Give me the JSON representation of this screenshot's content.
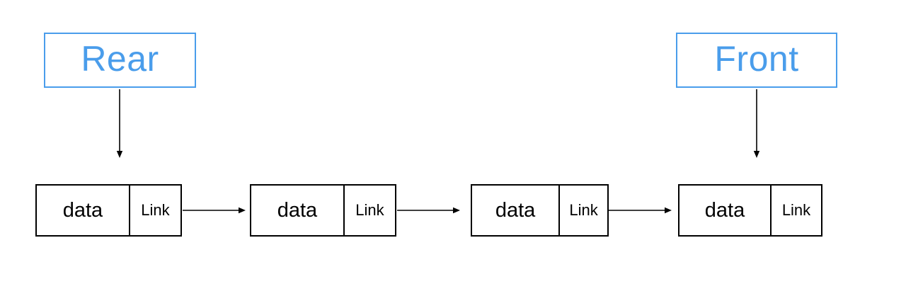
{
  "diagram": {
    "pointers": [
      {
        "name": "rear",
        "label": "Rear"
      },
      {
        "name": "front",
        "label": "Front"
      }
    ],
    "nodes": [
      {
        "data_label": "data",
        "link_label": "Link"
      },
      {
        "data_label": "data",
        "link_label": "Link"
      },
      {
        "data_label": "data",
        "link_label": "Link"
      },
      {
        "data_label": "data",
        "link_label": "Link"
      }
    ],
    "colors": {
      "pointer_accent": "#4A9DEB",
      "node_border": "#000000",
      "arrow": "#000000",
      "background": "#FFFFFF"
    }
  }
}
